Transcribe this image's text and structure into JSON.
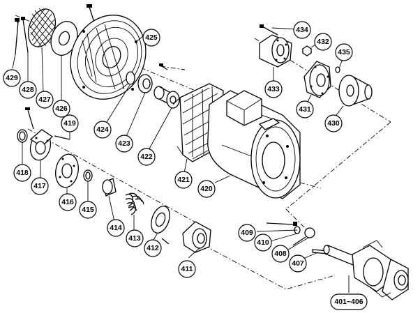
{
  "parts": [
    {
      "key": "p401",
      "label": "401~406"
    },
    {
      "key": "p407",
      "label": "407"
    },
    {
      "key": "p408",
      "label": "408"
    },
    {
      "key": "p409",
      "label": "409"
    },
    {
      "key": "p410",
      "label": "410"
    },
    {
      "key": "p411",
      "label": "411"
    },
    {
      "key": "p412",
      "label": "412"
    },
    {
      "key": "p413",
      "label": "413"
    },
    {
      "key": "p414",
      "label": "414"
    },
    {
      "key": "p415",
      "label": "415"
    },
    {
      "key": "p416",
      "label": "416"
    },
    {
      "key": "p417",
      "label": "417"
    },
    {
      "key": "p418",
      "label": "418"
    },
    {
      "key": "p419",
      "label": "419"
    },
    {
      "key": "p420",
      "label": "420"
    },
    {
      "key": "p421",
      "label": "421"
    },
    {
      "key": "p422",
      "label": "422"
    },
    {
      "key": "p423",
      "label": "423"
    },
    {
      "key": "p424",
      "label": "424"
    },
    {
      "key": "p425",
      "label": "425"
    },
    {
      "key": "p426",
      "label": "426"
    },
    {
      "key": "p427",
      "label": "427"
    },
    {
      "key": "p428",
      "label": "428"
    },
    {
      "key": "p429",
      "label": "429"
    },
    {
      "key": "p430",
      "label": "430"
    },
    {
      "key": "p431",
      "label": "431"
    },
    {
      "key": "p432",
      "label": "432"
    },
    {
      "key": "p433",
      "label": "433"
    },
    {
      "key": "p434",
      "label": "434"
    },
    {
      "key": "p435",
      "label": "435"
    }
  ]
}
